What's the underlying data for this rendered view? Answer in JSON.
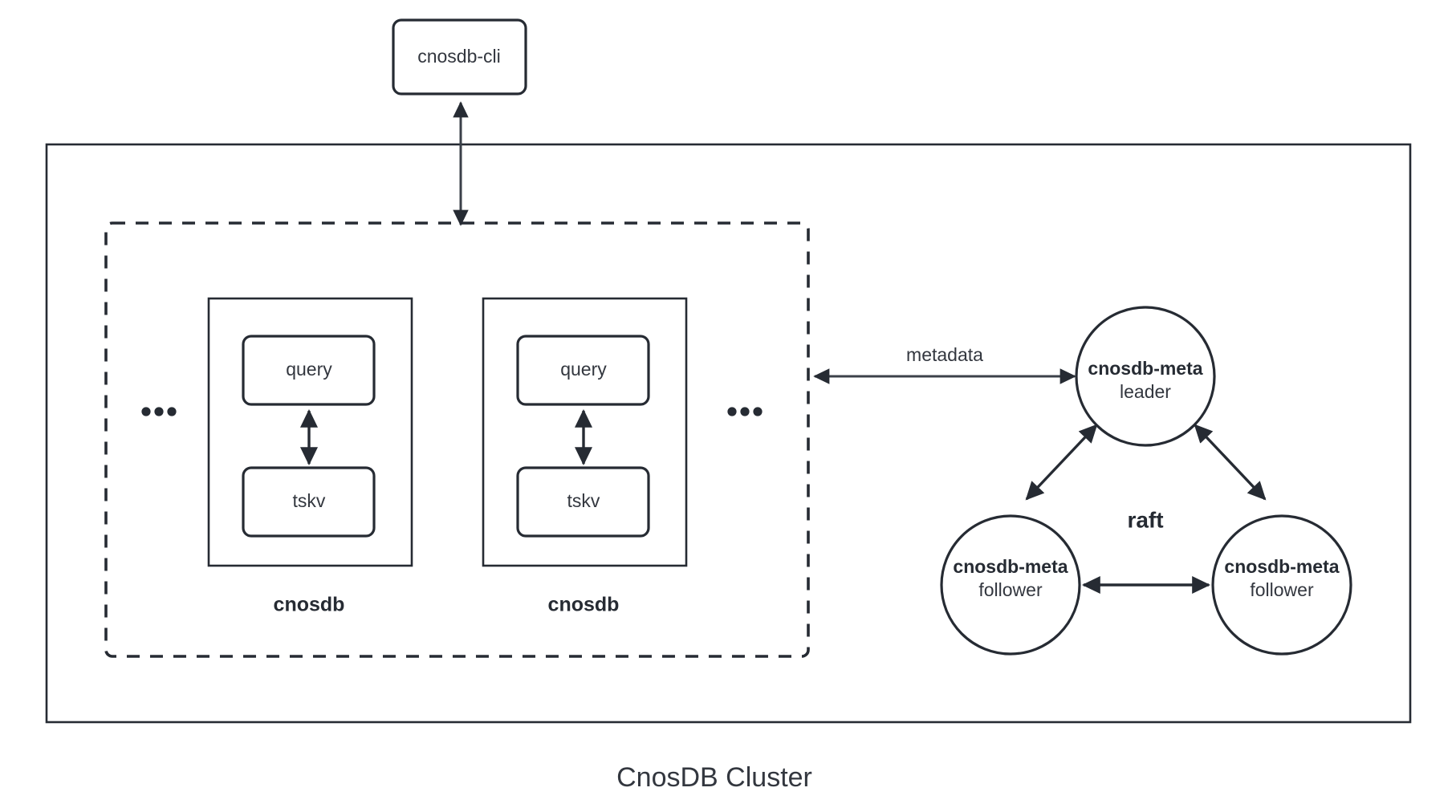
{
  "diagram": {
    "title": "CnosDB Cluster",
    "client": {
      "label": "cnosdb-cli"
    },
    "cluster_outer": {
      "name": "cnosdb-cluster-boundary"
    },
    "data_group": {
      "name": "cnosdb-node-group",
      "ellipsis_left": "•••",
      "ellipsis_right": "•••"
    },
    "nodes": [
      {
        "caption": "cnosdb",
        "components": [
          {
            "label": "query"
          },
          {
            "label": "tskv"
          }
        ]
      },
      {
        "caption": "cnosdb",
        "components": [
          {
            "label": "query"
          },
          {
            "label": "tskv"
          }
        ]
      }
    ],
    "meta": {
      "leader": {
        "name": "cnosdb-meta",
        "role": "leader"
      },
      "follower_left": {
        "name": "cnosdb-meta",
        "role": "follower"
      },
      "follower_right": {
        "name": "cnosdb-meta",
        "role": "follower"
      },
      "raft_label": "raft"
    },
    "edges": {
      "metadata_label": "metadata"
    },
    "colors": {
      "stroke": "#262b33",
      "text": "#33373f",
      "background": "#ffffff"
    }
  }
}
